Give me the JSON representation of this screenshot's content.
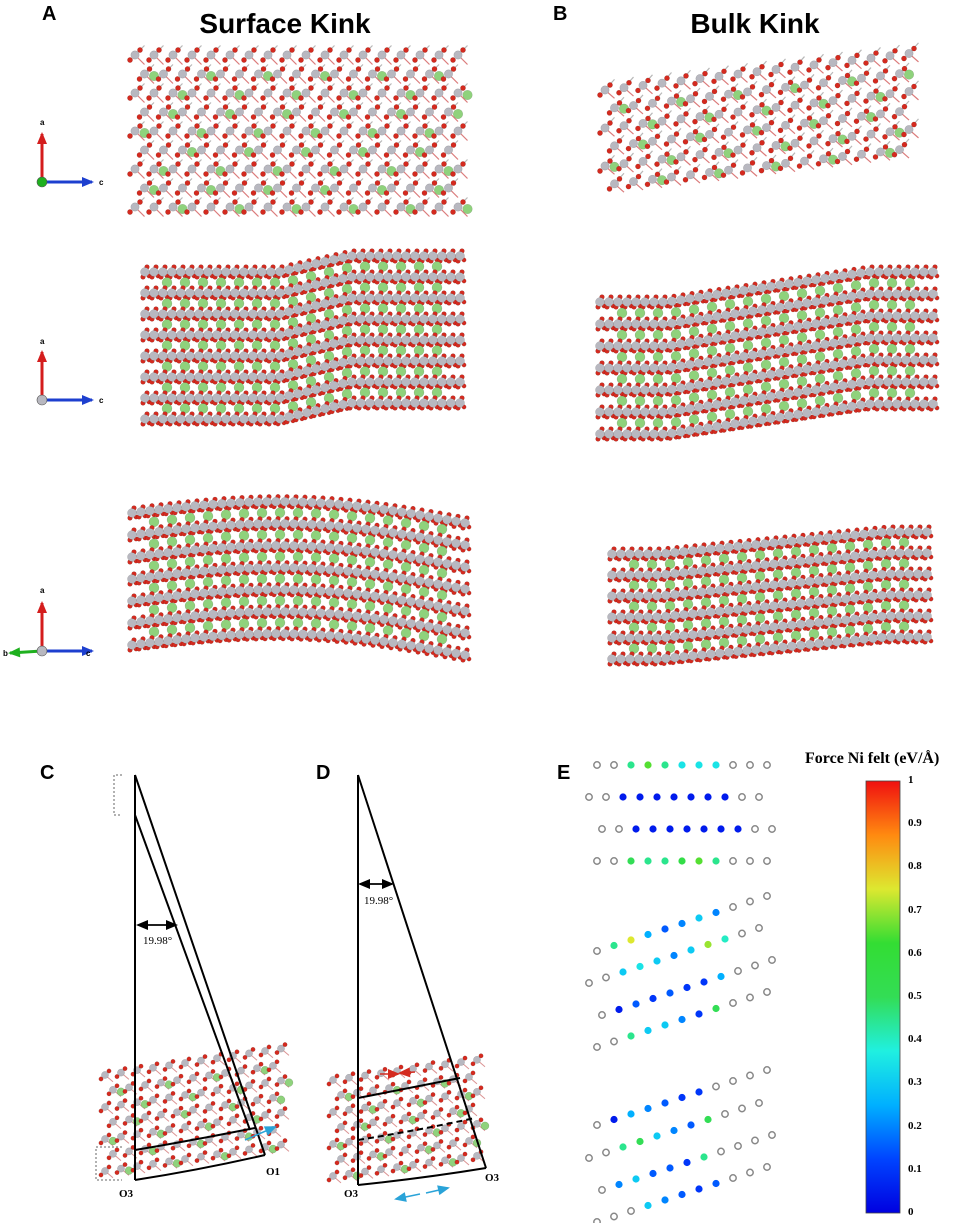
{
  "panels": {
    "a": {
      "letter": "A",
      "title": "Surface Kink"
    },
    "b": {
      "letter": "B",
      "title": "Bulk Kink"
    },
    "c": {
      "letter": "C",
      "angle": "19.98°",
      "label_left": "O3",
      "label_right": "O1"
    },
    "d": {
      "letter": "D",
      "angle": "19.98°",
      "label_left": "O3",
      "label_right": "O3"
    },
    "e": {
      "letter": "E"
    }
  },
  "axes_labels": {
    "a": "a",
    "b": "b",
    "c": "c"
  },
  "colorbar": {
    "title": "Force Ni felt (eV/Å)",
    "ticks": [
      "1",
      "0.9",
      "0.8",
      "0.7",
      "0.6",
      "0.5",
      "0.4",
      "0.3",
      "0.2",
      "0.1",
      "0"
    ]
  },
  "colors": {
    "oxygen": "#d42a1f",
    "metal": "#b8b8c0",
    "nickel": "#8fd27c",
    "axis_a": "#d41d1d",
    "axis_b": "#1eb01e",
    "axis_c": "#1d3fcf",
    "arrow_cyan": "#2aa3d8",
    "arrow_red": "#d42a1f"
  },
  "force_rows": [
    {
      "offset": 0,
      "values": [
        null,
        null,
        0.45,
        0.65,
        0.45,
        0.35,
        0.35,
        0.35,
        null,
        null,
        null
      ]
    },
    {
      "offset": 0,
      "values": [
        null,
        null,
        0.05,
        0.05,
        0.05,
        0.05,
        0.05,
        0.05,
        0.05,
        null,
        null
      ]
    },
    {
      "offset": 0,
      "values": [
        null,
        null,
        0.05,
        0.05,
        0.05,
        0.05,
        0.05,
        0.05,
        0.05,
        null,
        null
      ]
    },
    {
      "offset": 0,
      "values": [
        null,
        null,
        0.5,
        0.45,
        0.45,
        0.55,
        0.65,
        0.45,
        null,
        null,
        null
      ]
    },
    {
      "offset": 1,
      "values": [
        null,
        0.45,
        0.75,
        0.25,
        0.15,
        0.2,
        0.3,
        0.2,
        null,
        null,
        null
      ]
    },
    {
      "offset": 1,
      "values": [
        null,
        null,
        0.3,
        0.35,
        0.3,
        0.2,
        0.3,
        0.7,
        0.4,
        null,
        null
      ]
    },
    {
      "offset": 1,
      "values": [
        null,
        0.05,
        0.15,
        0.1,
        0.15,
        0.1,
        0.1,
        0.25,
        null,
        null,
        null
      ]
    },
    {
      "offset": 1,
      "values": [
        null,
        null,
        0.45,
        0.3,
        0.3,
        0.2,
        0.1,
        0.5,
        null,
        null,
        null
      ]
    },
    {
      "offset": 2,
      "values": [
        null,
        0.05,
        0.25,
        0.2,
        0.15,
        0.1,
        0.1,
        null,
        null,
        null,
        null
      ]
    },
    {
      "offset": 2,
      "values": [
        null,
        null,
        0.45,
        0.5,
        0.3,
        0.2,
        0.15,
        0.5,
        null,
        null,
        null
      ]
    },
    {
      "offset": 2,
      "values": [
        null,
        0.2,
        0.3,
        0.15,
        0.15,
        0.1,
        0.45,
        null,
        null,
        null,
        null
      ]
    },
    {
      "offset": 2,
      "values": [
        null,
        null,
        null,
        0.3,
        0.2,
        0.15,
        0.1,
        0.15,
        null,
        null,
        null
      ]
    }
  ]
}
